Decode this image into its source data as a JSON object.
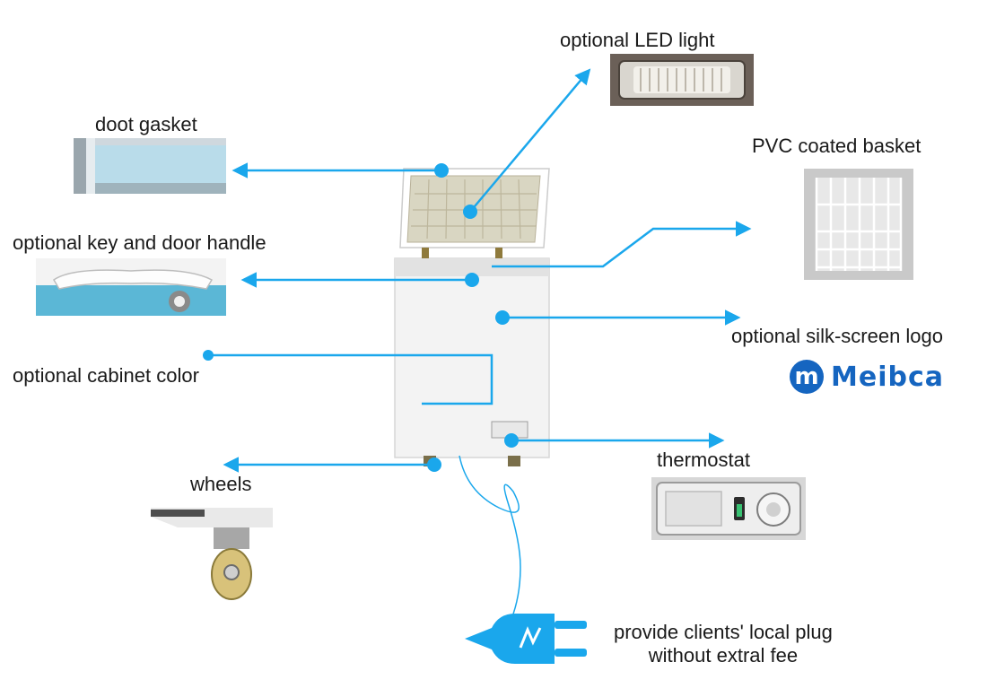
{
  "labels": {
    "led_light": "optional LED light",
    "door_gasket": "doot gasket",
    "basket": "PVC coated basket",
    "key_handle": "optional key and door handle",
    "silk_logo": "optional silk-screen logo",
    "cabinet_color": "optional cabinet color",
    "thermostat": "thermostat",
    "wheels": "wheels",
    "plug_line1": "provide clients' local plug",
    "plug_line2": "without extral fee"
  },
  "logo": {
    "mark": "m",
    "text": "Meibca"
  },
  "colors": {
    "accent": "#1aa7ec",
    "logo": "#1565c0"
  }
}
